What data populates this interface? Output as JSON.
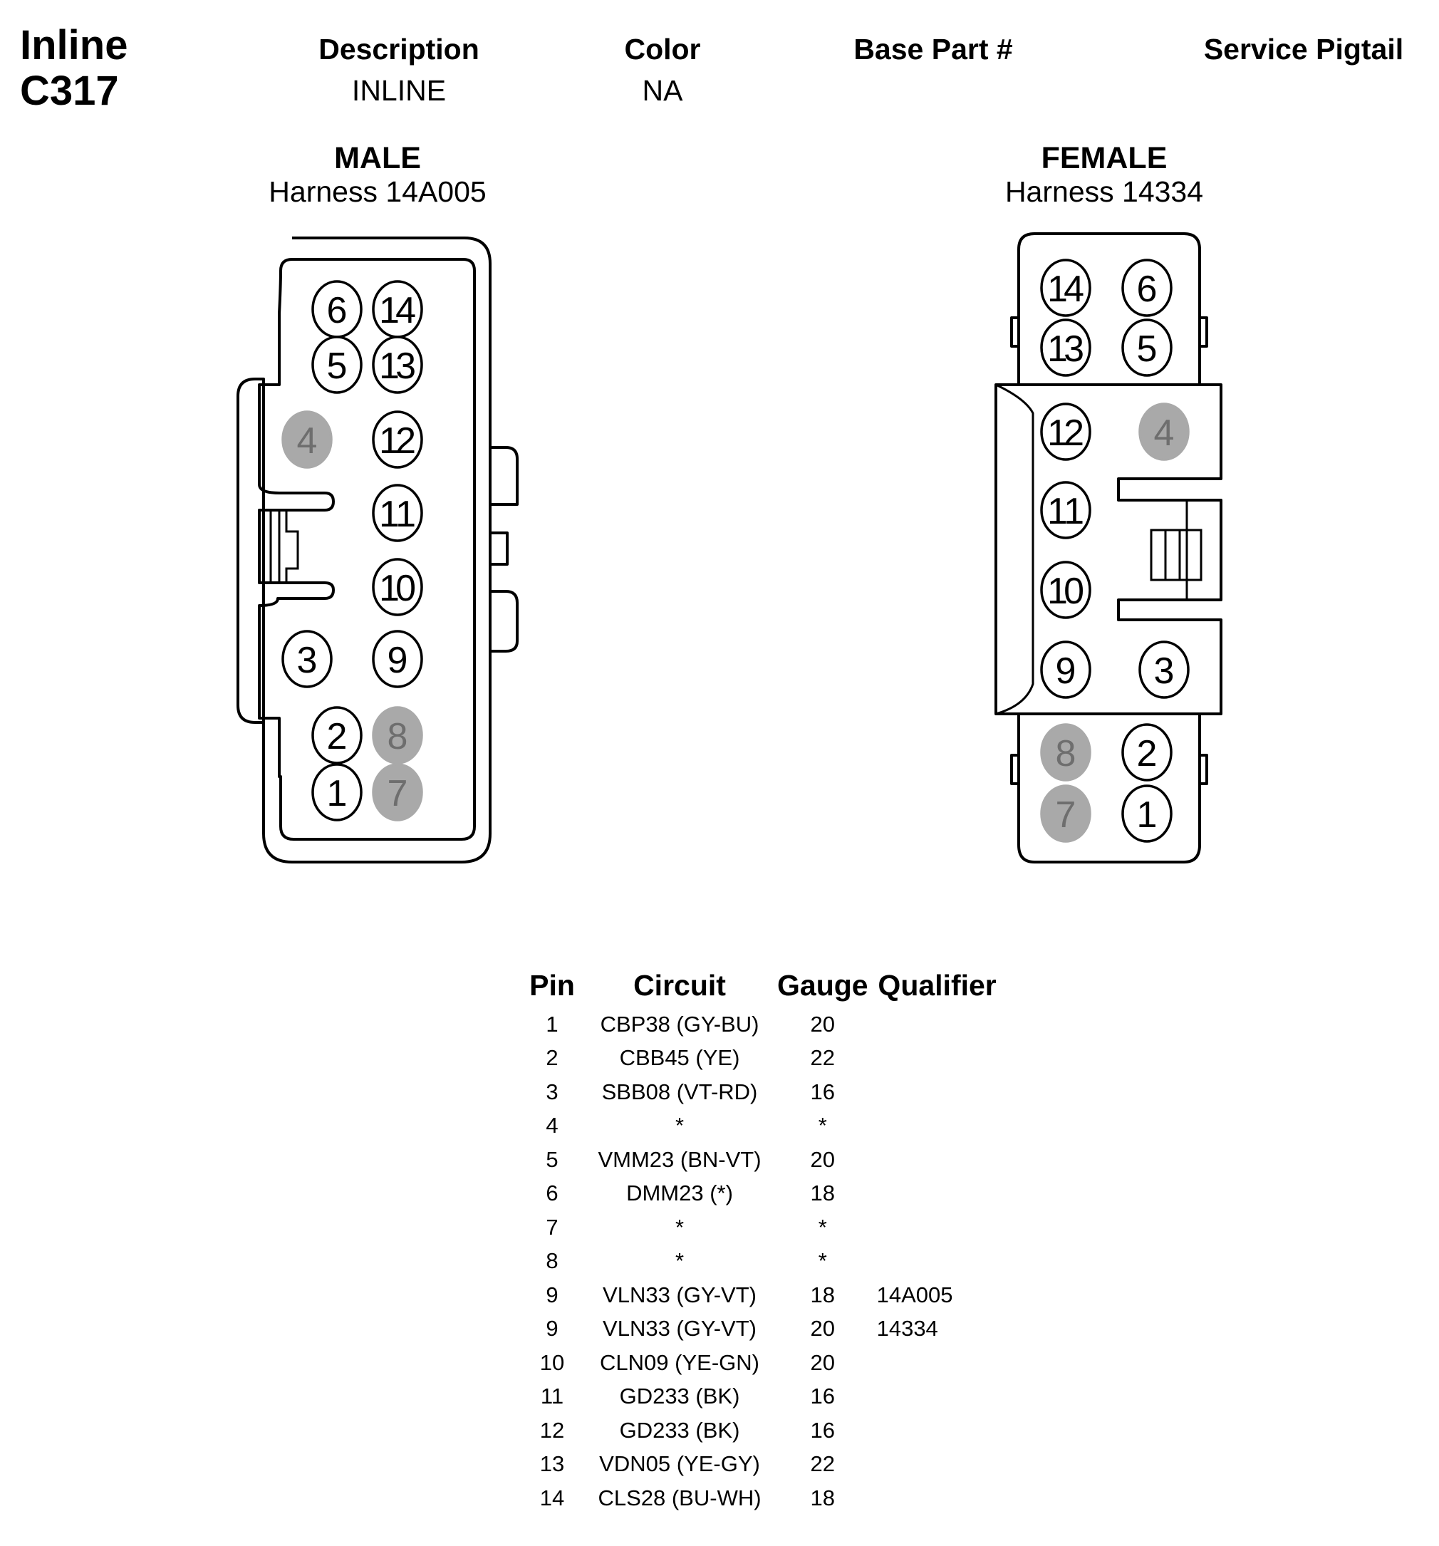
{
  "connector": {
    "type_label": "Inline",
    "id": "C317"
  },
  "header": {
    "columns": {
      "description": "Description",
      "color": "Color",
      "base_part": "Base Part #",
      "service_pigtail": "Service Pigtail"
    },
    "values": {
      "description": "INLINE",
      "color": "NA",
      "base_part": "",
      "service_pigtail": ""
    }
  },
  "male": {
    "title": "MALE",
    "harness": "Harness 14A005",
    "pins": [
      {
        "label": "6",
        "used": true
      },
      {
        "label": "14",
        "used": true
      },
      {
        "label": "5",
        "used": true
      },
      {
        "label": "13",
        "used": true
      },
      {
        "label": "4",
        "used": false
      },
      {
        "label": "12",
        "used": true
      },
      {
        "label": "11",
        "used": true
      },
      {
        "label": "10",
        "used": true
      },
      {
        "label": "3",
        "used": true
      },
      {
        "label": "9",
        "used": true
      },
      {
        "label": "2",
        "used": true
      },
      {
        "label": "8",
        "used": false
      },
      {
        "label": "1",
        "used": true
      },
      {
        "label": "7",
        "used": false
      }
    ]
  },
  "female": {
    "title": "FEMALE",
    "harness": "Harness 14334",
    "pins": [
      {
        "label": "14",
        "used": true
      },
      {
        "label": "6",
        "used": true
      },
      {
        "label": "13",
        "used": true
      },
      {
        "label": "5",
        "used": true
      },
      {
        "label": "12",
        "used": true
      },
      {
        "label": "4",
        "used": false
      },
      {
        "label": "11",
        "used": true
      },
      {
        "label": "10",
        "used": true
      },
      {
        "label": "9",
        "used": true
      },
      {
        "label": "3",
        "used": true
      },
      {
        "label": "8",
        "used": false
      },
      {
        "label": "2",
        "used": true
      },
      {
        "label": "7",
        "used": false
      },
      {
        "label": "1",
        "used": true
      }
    ]
  },
  "pin_table": {
    "headers": {
      "pin": "Pin",
      "circuit": "Circuit",
      "gauge": "Gauge",
      "qualifier": "Qualifier"
    },
    "rows": [
      {
        "pin": "1",
        "circuit": "CBP38 (GY-BU)",
        "gauge": "20",
        "qualifier": ""
      },
      {
        "pin": "2",
        "circuit": "CBB45 (YE)",
        "gauge": "22",
        "qualifier": ""
      },
      {
        "pin": "3",
        "circuit": "SBB08 (VT-RD)",
        "gauge": "16",
        "qualifier": ""
      },
      {
        "pin": "4",
        "circuit": "*",
        "gauge": "*",
        "qualifier": ""
      },
      {
        "pin": "5",
        "circuit": "VMM23 (BN-VT)",
        "gauge": "20",
        "qualifier": ""
      },
      {
        "pin": "6",
        "circuit": "DMM23 (*)",
        "gauge": "18",
        "qualifier": ""
      },
      {
        "pin": "7",
        "circuit": "*",
        "gauge": "*",
        "qualifier": ""
      },
      {
        "pin": "8",
        "circuit": "*",
        "gauge": "*",
        "qualifier": ""
      },
      {
        "pin": "9",
        "circuit": "VLN33 (GY-VT)",
        "gauge": "18",
        "qualifier": "14A005"
      },
      {
        "pin": "9",
        "circuit": "VLN33 (GY-VT)",
        "gauge": "20",
        "qualifier": "14334"
      },
      {
        "pin": "10",
        "circuit": "CLN09 (YE-GN)",
        "gauge": "20",
        "qualifier": ""
      },
      {
        "pin": "11",
        "circuit": "GD233 (BK)",
        "gauge": "16",
        "qualifier": ""
      },
      {
        "pin": "12",
        "circuit": "GD233 (BK)",
        "gauge": "16",
        "qualifier": ""
      },
      {
        "pin": "13",
        "circuit": "VDN05 (YE-GY)",
        "gauge": "22",
        "qualifier": ""
      },
      {
        "pin": "14",
        "circuit": "CLS28 (BU-WH)",
        "gauge": "18",
        "qualifier": ""
      }
    ]
  }
}
